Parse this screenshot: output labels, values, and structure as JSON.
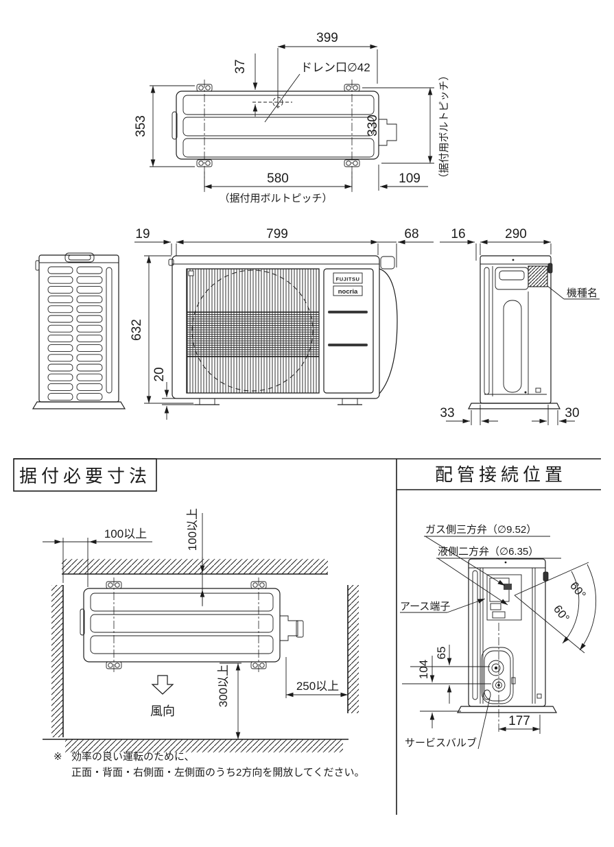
{
  "top_view": {
    "dim_width_upper": "399",
    "dim_drain_offset": "37",
    "drain_label": "ドレン口∅42",
    "dim_depth": "353",
    "dim_bolt_pitch_depth": "330",
    "bolt_pitch_note_vertical": "（据付用ボルトピッチ）",
    "dim_bolt_pitch_width": "580",
    "bolt_pitch_note_bottom": "（据付用ボルトピッチ）",
    "dim_right_offset": "109"
  },
  "front_view": {
    "dim_left_offset": "19",
    "dim_width": "799",
    "dim_right_offset": "68",
    "dim_height": "632",
    "dim_foot_height": "20",
    "brand_primary": "FUJITSU",
    "brand_secondary": "nocria"
  },
  "side_view": {
    "dim_front_offset": "16",
    "dim_depth": "290",
    "model_name_label": "機種名",
    "dim_foot_left": "33",
    "dim_foot_right": "30"
  },
  "installation": {
    "section_title": "据付必要寸法",
    "clearance_left": "100以上",
    "clearance_top": "100以上",
    "clearance_right": "250以上",
    "clearance_bottom": "300以上",
    "wind_direction_label": "風向",
    "note_mark": "※",
    "note_line1": "効率の良い運転のために、",
    "note_line2": "正面・背面・右側面・左側面のうち2方向を開放してください。"
  },
  "piping": {
    "section_title": "配管接続位置",
    "gas_valve_label": "ガス側三方弁（∅9.52）",
    "liquid_valve_label": "液側二方弁（∅6.35）",
    "earth_terminal_label": "アース端子",
    "angle_upper": "60°",
    "angle_lower": "60°",
    "dim_valve_height": "104",
    "dim_valve_spacing": "65",
    "dim_pipe_offset": "177",
    "service_valve_label": "サービスバルブ"
  }
}
